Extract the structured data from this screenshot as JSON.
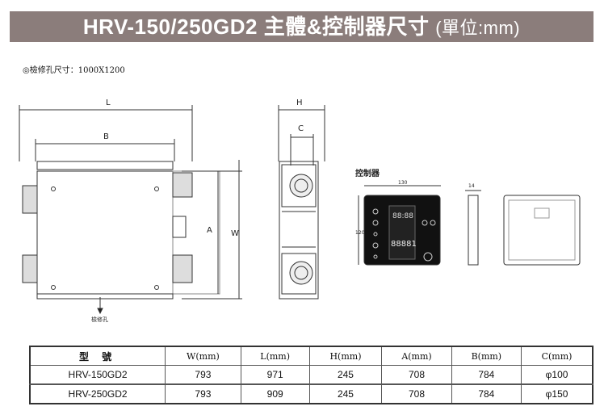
{
  "header": {
    "title": "HRV-150/250GD2 主體&控制器尺寸",
    "unit": "(單位:mm)"
  },
  "note": "◎檢修孔尺寸：1000X1200",
  "drawing": {
    "main_unit_labels": {
      "L": "L",
      "B": "B",
      "A": "A",
      "W": "W",
      "access": "檢修孔"
    },
    "side_labels": {
      "H": "H",
      "C": "C"
    },
    "controller": {
      "title": "控制器",
      "width": "130",
      "height": "120",
      "depth": "14",
      "lcd_time": "88:88",
      "lcd_value": "88881"
    }
  },
  "table": {
    "headers": [
      "型 號",
      "W(mm)",
      "L(mm)",
      "H(mm)",
      "A(mm)",
      "B(mm)",
      "C(mm)"
    ],
    "rows": [
      [
        "HRV-150GD2",
        "793",
        "971",
        "245",
        "708",
        "784",
        "φ100"
      ],
      [
        "HRV-250GD2",
        "793",
        "909",
        "245",
        "708",
        "784",
        "φ150"
      ]
    ]
  }
}
